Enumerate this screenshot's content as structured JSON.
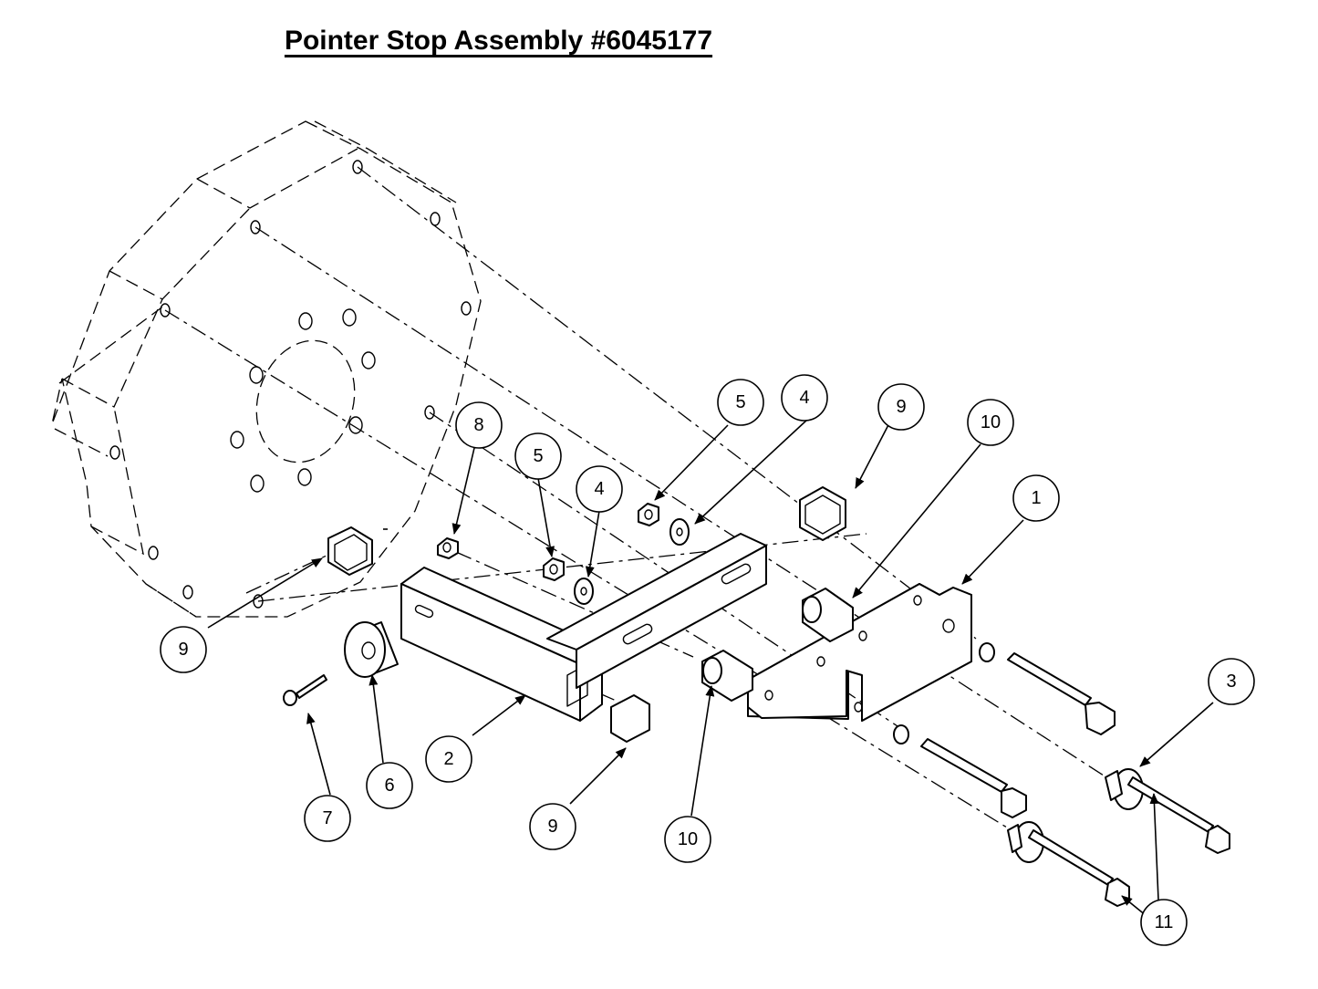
{
  "title": "Pointer Stop Assembly #6045177",
  "callouts": [
    {
      "id": "c1",
      "label": "1"
    },
    {
      "id": "c2",
      "label": "2"
    },
    {
      "id": "c3",
      "label": "3"
    },
    {
      "id": "c4a",
      "label": "4"
    },
    {
      "id": "c4b",
      "label": "4"
    },
    {
      "id": "c5a",
      "label": "5"
    },
    {
      "id": "c5b",
      "label": "5"
    },
    {
      "id": "c6",
      "label": "6"
    },
    {
      "id": "c7",
      "label": "7"
    },
    {
      "id": "c8",
      "label": "8"
    },
    {
      "id": "c9a",
      "label": "9"
    },
    {
      "id": "c9b",
      "label": "9"
    },
    {
      "id": "c9c",
      "label": "9"
    },
    {
      "id": "c10a",
      "label": "10"
    },
    {
      "id": "c10b",
      "label": "10"
    },
    {
      "id": "c11",
      "label": "11"
    }
  ]
}
